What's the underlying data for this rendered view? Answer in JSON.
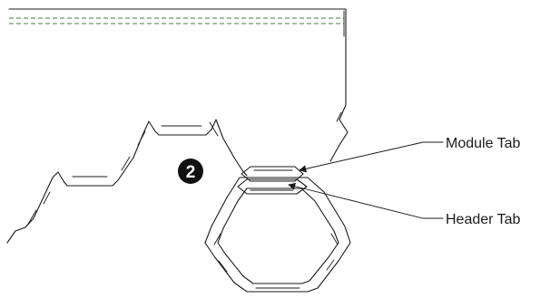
{
  "callouts": {
    "step_number": "2",
    "module_tab": "Module Tab",
    "header_tab": "Header Tab"
  },
  "colors": {
    "line": "#1a1a1a",
    "dashed_guide": "#3f7f3f",
    "badge_fill": "#111111",
    "badge_text": "#ffffff",
    "background": "#ffffff"
  }
}
